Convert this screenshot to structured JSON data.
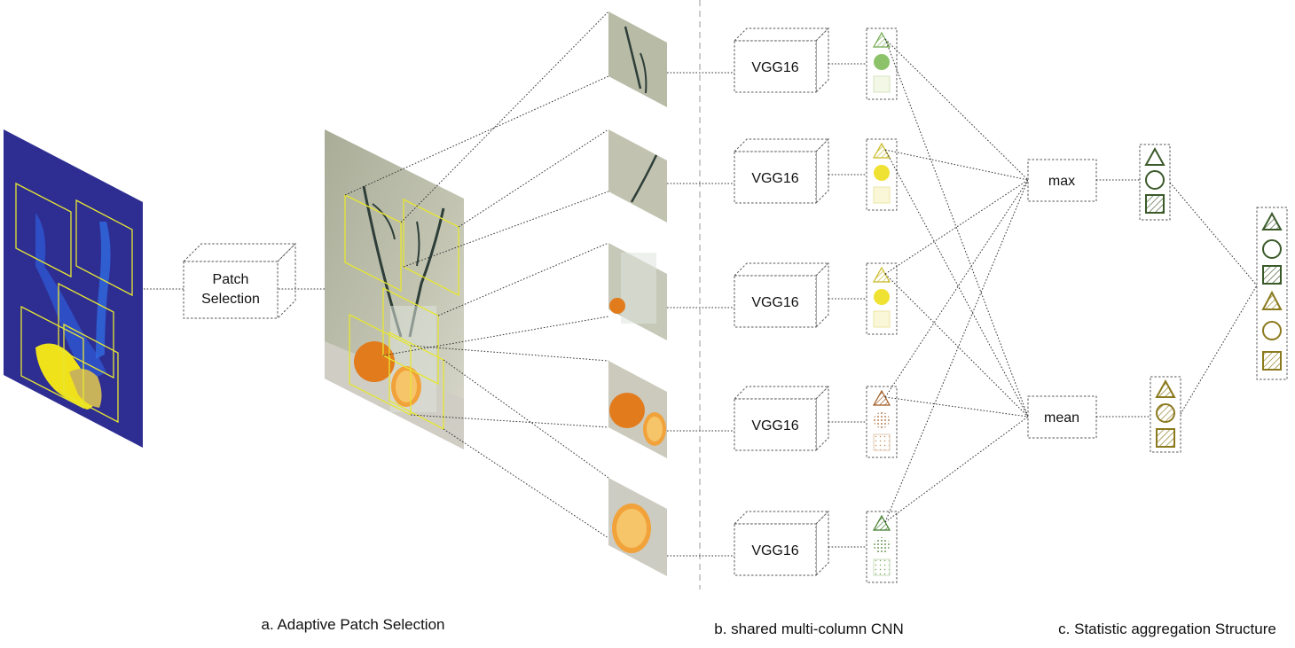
{
  "patch_selection": {
    "line1": "Patch",
    "line2": "Selection"
  },
  "columns": [
    {
      "label": "VGG16",
      "palette": "light-green"
    },
    {
      "label": "VGG16",
      "palette": "yellow"
    },
    {
      "label": "VGG16",
      "palette": "yellow"
    },
    {
      "label": "VGG16",
      "palette": "brown"
    },
    {
      "label": "VGG16",
      "palette": "green"
    }
  ],
  "aggregators": {
    "max": "max",
    "mean": "mean"
  },
  "colors": {
    "saliency_bg": "#2e2d92",
    "photo_bg": "#b9bca9",
    "orange": "#e27b1c",
    "box_yellow": "#e6e632",
    "dark_green": "#3b5a2a",
    "olive": "#8b7a1e",
    "light_green": "#8cc26a",
    "yellow": "#f0e232",
    "brown": "#b8722e"
  },
  "captions": {
    "a": "a. Adaptive Patch Selection",
    "b": "b. shared multi-column CNN",
    "c": "c. Statistic aggregation Structure"
  }
}
